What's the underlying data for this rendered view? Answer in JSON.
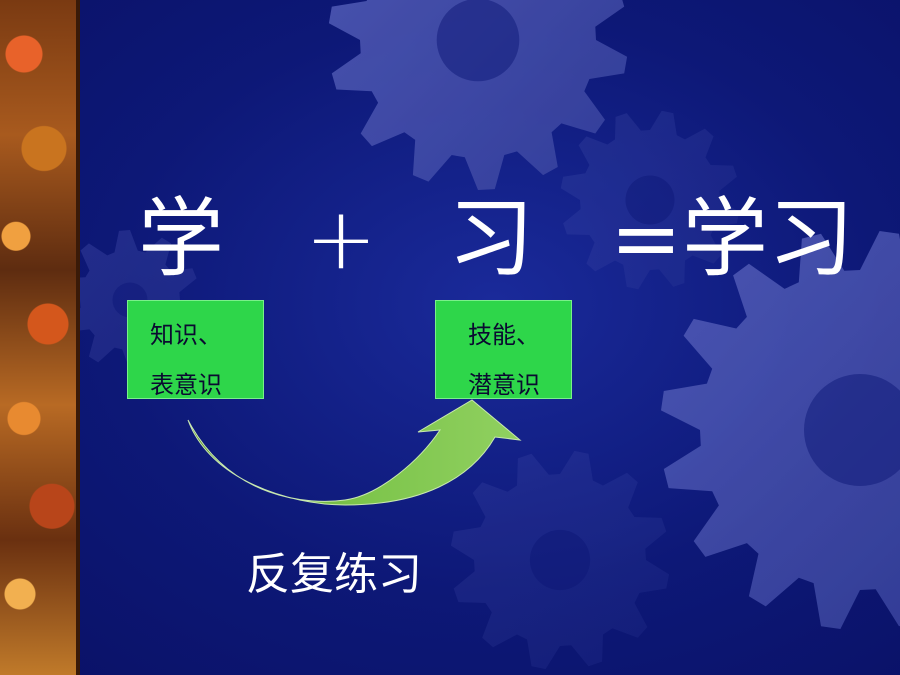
{
  "equation": {
    "term1": "学",
    "plus": "+",
    "term2": "习",
    "result": "=学习"
  },
  "boxes": {
    "left": {
      "line1": "知识、",
      "line2": "表意识"
    },
    "right": {
      "line1": "技能、",
      "line2": "潜意识"
    }
  },
  "caption": "反复练习",
  "colors": {
    "background": "#0d1877",
    "gear": "#4a56b0",
    "box": "#2ed64a",
    "arrow": "#6fa840"
  }
}
